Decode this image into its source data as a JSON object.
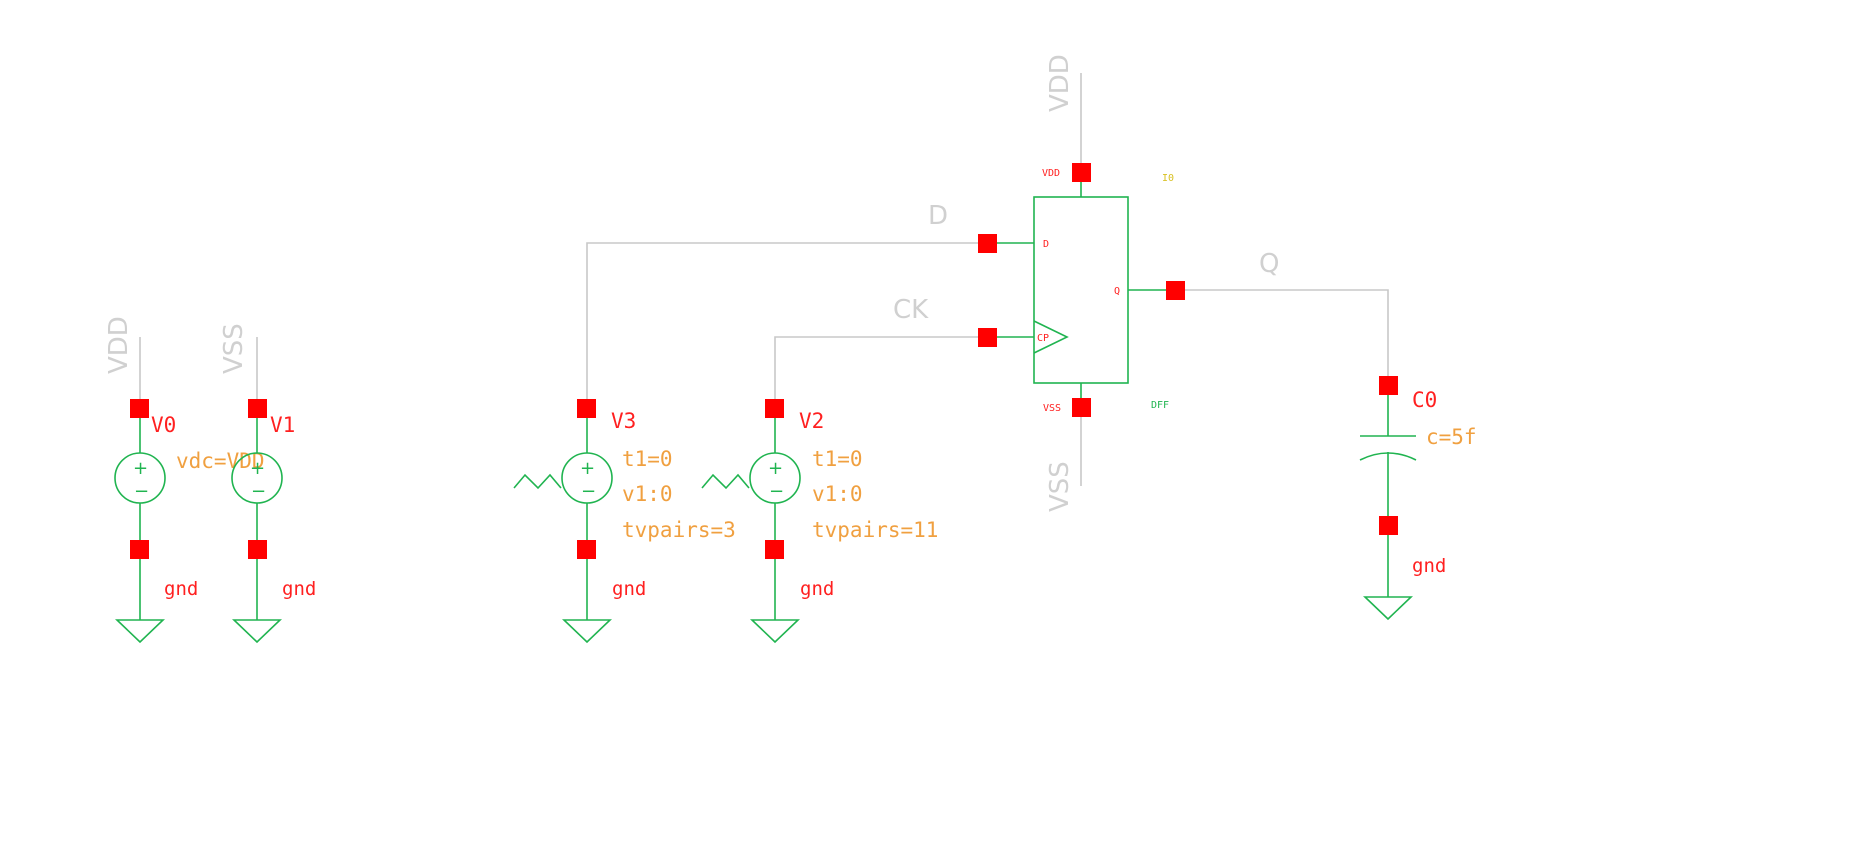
{
  "nets": {
    "vdd_v0": "VDD",
    "vss_v1": "VSS",
    "vdd_dff": "VDD",
    "vss_dff": "VSS",
    "d": "D",
    "ck": "CK",
    "q": "Q"
  },
  "sources": {
    "v0": {
      "name": "V0",
      "param": "vdc=VDD",
      "gnd": "gnd"
    },
    "v1": {
      "name": "V1",
      "gnd": "gnd"
    },
    "v3": {
      "name": "V3",
      "params": [
        "t1=0",
        "v1:0",
        "tvpairs=3"
      ],
      "gnd": "gnd"
    },
    "v2": {
      "name": "V2",
      "params": [
        "t1=0",
        "v1:0",
        "tvpairs=11"
      ],
      "gnd": "gnd"
    }
  },
  "dff": {
    "instance": "I0",
    "cell": "DFF",
    "pins": {
      "vdd": "VDD",
      "vss": "VSS",
      "d": "D",
      "cp": "CP",
      "q": "Q"
    }
  },
  "capacitor": {
    "name": "C0",
    "param": "c=5f",
    "gnd": "gnd"
  },
  "colors": {
    "wire": "#c8c8c8",
    "symbol": "#20b450",
    "pin": "#ff0000",
    "instance_label": "#ff2020",
    "parameter": "#f0a040",
    "net_label": "#d0d0d0",
    "instance_name_small": "#d8c020",
    "background": "#ffffff"
  }
}
